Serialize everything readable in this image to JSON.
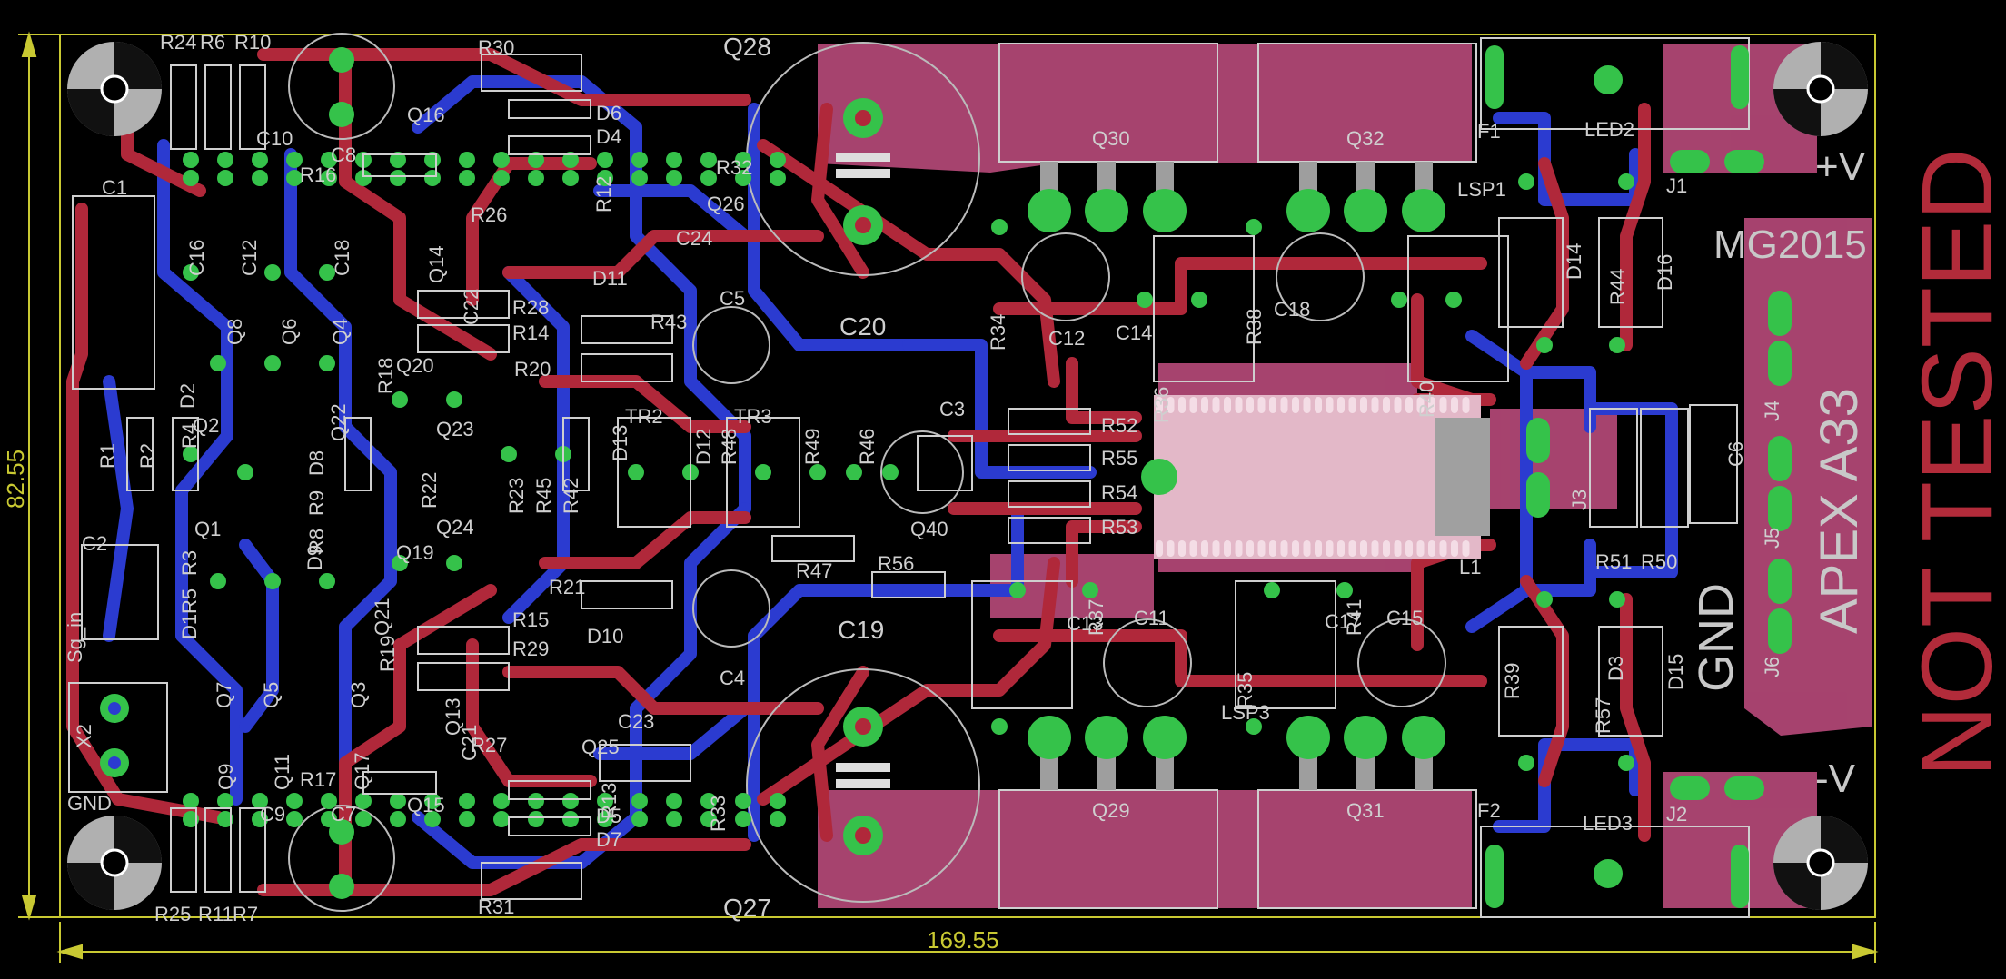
{
  "board": {
    "name": "MG2015",
    "product": "APEX A33",
    "status": "NOT TESTED",
    "dim_width": "169.55",
    "dim_height": "82.55",
    "colors": {
      "background": "#000000",
      "top_copper": "#b0283a",
      "bottom_copper": "#2b3bd0",
      "pad": "#35c24a",
      "silk": "#cfcfcf",
      "dimension": "#c9c932",
      "fill": "#b84a7a"
    }
  },
  "terminals": {
    "plus_v": "+V",
    "minus_v": "-V",
    "gnd_right": "GND",
    "gnd_left": "GND",
    "sg_in": "Sg_in"
  },
  "labels": {
    "R24": "R24",
    "R6": "R6",
    "R10": "R10",
    "R30": "R30",
    "Q28": "Q28",
    "C10": "C10",
    "C8": "C8",
    "Q16": "Q16",
    "D6": "D6",
    "D4": "D4",
    "R12": "R12",
    "R32": "R32",
    "R16": "R16",
    "C1": "C1",
    "Q30": "Q30",
    "Q32": "Q32",
    "F1": "F1",
    "LED2": "LED2",
    "J1": "J1",
    "LSP1": "LSP1",
    "R26": "R26",
    "Q26": "Q26",
    "C24": "C24",
    "Q14": "Q14",
    "C22": "C22",
    "C16": "C16",
    "C12a": "C12",
    "C18a": "C18",
    "Q8": "Q8",
    "Q6": "Q6",
    "Q4": "Q4",
    "D11": "D11",
    "C5": "C5",
    "R28": "R28",
    "R14": "R14",
    "R43": "R43",
    "C20": "C20",
    "R34": "R34",
    "C12b": "C12",
    "C14": "C14",
    "R38": "R38",
    "C18b": "C18",
    "R36": "R36",
    "R40": "R40",
    "D14": "D14",
    "R44": "R44",
    "D16": "D16",
    "J4": "J4",
    "R18": "R18",
    "Q22": "Q22",
    "Q20": "Q20",
    "R20": "R20",
    "D2": "D2",
    "R4": "R4",
    "Q2": "Q2",
    "D8": "D8",
    "R9": "R9",
    "R8": "R8",
    "R22": "R22",
    "Q23": "Q23",
    "R23": "R23",
    "R45": "R45",
    "R42": "R42",
    "D13": "D13",
    "TR2": "TR2",
    "D12": "D12",
    "R48": "R48",
    "TR3": "TR3",
    "R49": "R49",
    "R46": "R46",
    "C3": "C3",
    "R52": "R52",
    "R55": "R55",
    "R54": "R54",
    "R53": "R53",
    "J3": "J3",
    "C6": "C6",
    "J5": "J5",
    "R1": "R1",
    "R2": "R2",
    "Q1": "Q1",
    "R3": "R3",
    "R5": "R5",
    "D9": "D9",
    "Q24": "Q24",
    "Q19": "Q19",
    "Q40": "Q40",
    "R47": "R47",
    "L1": "L1",
    "R51": "R51",
    "R50": "R50",
    "C2": "C2",
    "D1": "D1",
    "Q21": "Q21",
    "R56": "R56",
    "R37": "R37",
    "R41": "R41",
    "R21": "R21",
    "C4": "C4",
    "J6": "J6",
    "Q7": "Q7",
    "Q5": "Q5",
    "Q3": "Q3",
    "R19": "R19",
    "R15": "R15",
    "D10": "D10",
    "C19": "C19",
    "C13": "C13",
    "C11": "C11",
    "C17": "C17",
    "C15": "C15",
    "R39": "R39",
    "D3": "D3",
    "D15": "D15",
    "R29": "R29",
    "Q13": "Q13",
    "C21": "C21",
    "R35": "R35",
    "R57": "R57",
    "X2": "X2",
    "Q9": "Q9",
    "Q11": "Q11",
    "Q17": "Q17",
    "C23": "C23",
    "LSP3": "LSP3",
    "R27": "R27",
    "Q25": "Q25",
    "R17": "R17",
    "R13": "R13",
    "R33": "R33",
    "Q15": "Q15",
    "D5": "D5",
    "D7": "D7",
    "C9": "C9",
    "C7": "C7",
    "Q29": "Q29",
    "Q31": "Q31",
    "F2": "F2",
    "LED3": "LED3",
    "J2": "J2",
    "R25": "R25",
    "R11": "R11",
    "R7": "R7",
    "R31": "R31",
    "Q27": "Q27"
  }
}
